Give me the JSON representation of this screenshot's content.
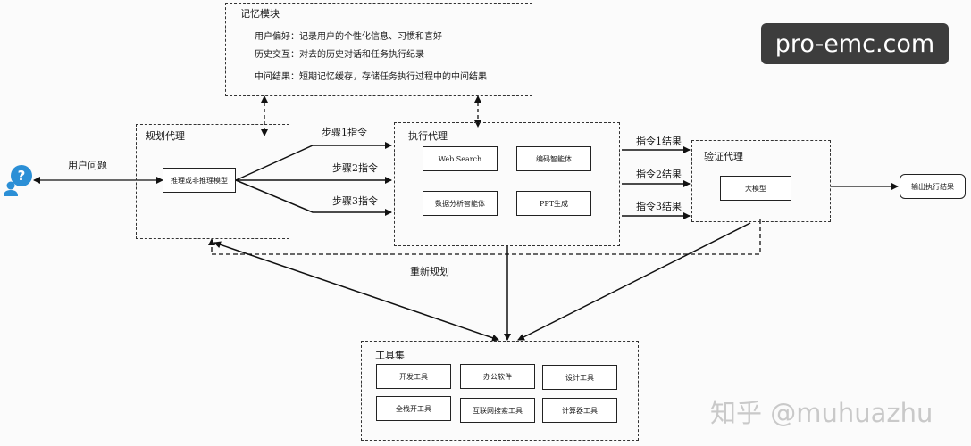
{
  "memory": {
    "title": "记忆模块",
    "lines": [
      "用户偏好：记录用户的个性化信息、习惯和喜好",
      "历史交互：对去的历史对话和任务执行纪录",
      "中间结果：短期记忆缓存，存储任务执行过程中的中间结果"
    ]
  },
  "user_question": "用户问题",
  "planning": {
    "title": "规划代理",
    "model_box": "推理或非推理模型"
  },
  "steps": [
    "步骤1指令",
    "步骤2指令",
    "步骤3指令"
  ],
  "execution": {
    "title": "执行代理",
    "boxes": [
      "Web Search",
      "编码智能体",
      "数据分析智能体",
      "PPT生成"
    ]
  },
  "results": [
    "指令1结果",
    "指令2结果",
    "指令3结果"
  ],
  "verify": {
    "title": "验证代理",
    "model_box": "大模型"
  },
  "output": "输出执行结果",
  "replan": "重新规划",
  "tools": {
    "title": "工具集",
    "items": [
      "开发工具",
      "办公软件",
      "设计工具",
      "全栈开工具",
      "互联网搜索工具",
      "计算器工具"
    ]
  },
  "watermarks": {
    "top": "pro-emc.com",
    "bottom": "知乎 @muhuazhu"
  },
  "colors": {
    "user_icon": "#2b8fd6"
  }
}
